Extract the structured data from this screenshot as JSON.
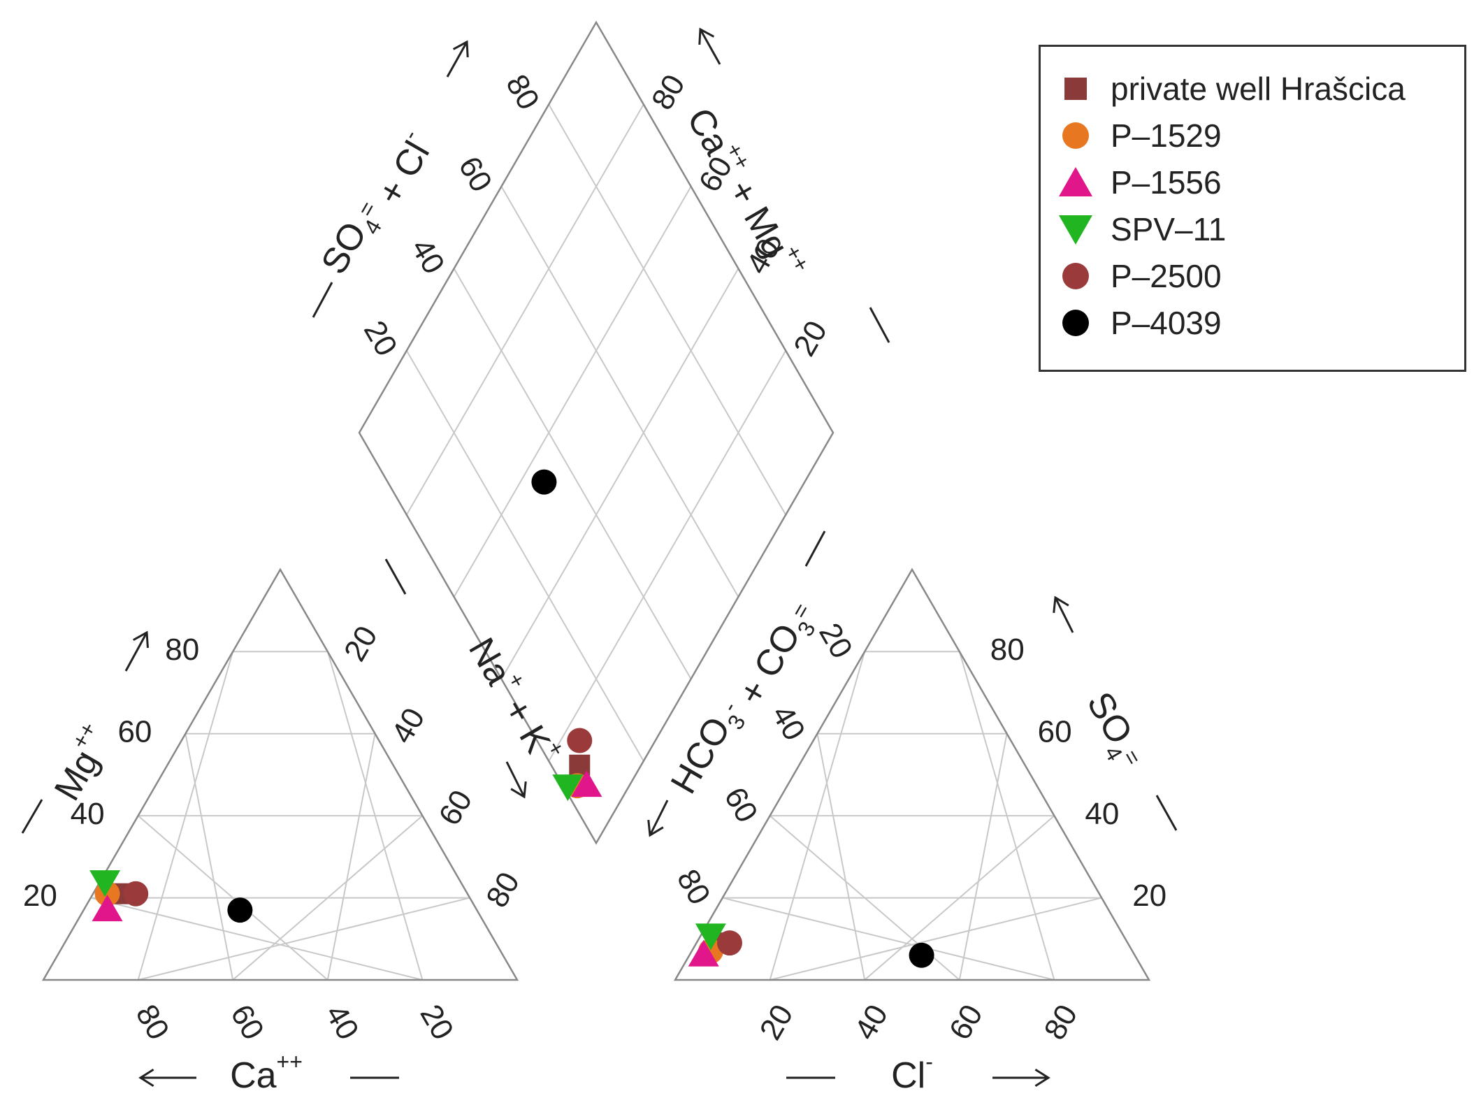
{
  "chart_data": {
    "type": "scatter",
    "subtype": "piper-diagram",
    "ticks": [
      "20",
      "40",
      "60",
      "80"
    ],
    "axes": {
      "cation_bottom": {
        "label": "Ca",
        "charge": "++",
        "direction": "left"
      },
      "cation_left": {
        "label": "Mg",
        "charge": "++",
        "direction": "up"
      },
      "cation_right": {
        "label": "Na",
        "charge": "+",
        "label2": "K",
        "charge2": "+",
        "direction": "down"
      },
      "anion_bottom": {
        "label": "Cl",
        "charge": "-",
        "direction": "right"
      },
      "anion_right": {
        "label": "SO",
        "sub": "4",
        "charge": "=",
        "direction": "up"
      },
      "anion_left": {
        "label": "HCO",
        "sub": "3",
        "charge": "-",
        "label2": "CO",
        "sub2": "3",
        "charge2": "=",
        "direction": "down"
      },
      "diamond_left": {
        "label": "SO",
        "sub": "4",
        "charge": "=",
        "label2": "Cl",
        "charge2": "-",
        "direction": "up"
      },
      "diamond_right": {
        "label": "Ca",
        "charge": "++",
        "label2": "Mg",
        "charge2": "++",
        "direction": "up"
      }
    },
    "legend_position": "top-right",
    "series": [
      {
        "name": "private well Hrašcica",
        "marker": "square",
        "color": "#8B3A3A",
        "cation": {
          "Ca": 73,
          "Mg": 21,
          "NaK": 6
        },
        "anion": {
          "HCO3": 87,
          "SO4": 9,
          "Cl": 4
        }
      },
      {
        "name": "P–1529",
        "marker": "circle",
        "color": "#E87722",
        "cation": {
          "Ca": 76,
          "Mg": 21,
          "NaK": 3
        },
        "anion": {
          "HCO3": 89,
          "SO4": 7,
          "Cl": 4
        }
      },
      {
        "name": "P–1556",
        "marker": "triangle",
        "color": "#E0168A",
        "cation": {
          "Ca": 78,
          "Mg": 17,
          "NaK": 5
        },
        "anion": {
          "HCO3": 91,
          "SO4": 6,
          "Cl": 3
        }
      },
      {
        "name": "SPV–11",
        "marker": "triangle-down",
        "color": "#22B522",
        "cation": {
          "Ca": 75,
          "Mg": 24,
          "NaK": 1
        },
        "anion": {
          "HCO3": 87,
          "SO4": 11,
          "Cl": 2
        }
      },
      {
        "name": "P–2500",
        "marker": "circle",
        "color": "#9B3A3A",
        "cation": {
          "Ca": 70,
          "Mg": 21,
          "NaK": 9
        },
        "anion": {
          "HCO3": 84,
          "SO4": 9,
          "Cl": 7
        }
      },
      {
        "name": "P–4039",
        "marker": "circle",
        "color": "#000000",
        "cation": {
          "Ca": 50,
          "Mg": 17,
          "NaK": 33
        },
        "anion": {
          "HCO3": 45,
          "SO4": 6,
          "Cl": 49
        }
      }
    ]
  }
}
